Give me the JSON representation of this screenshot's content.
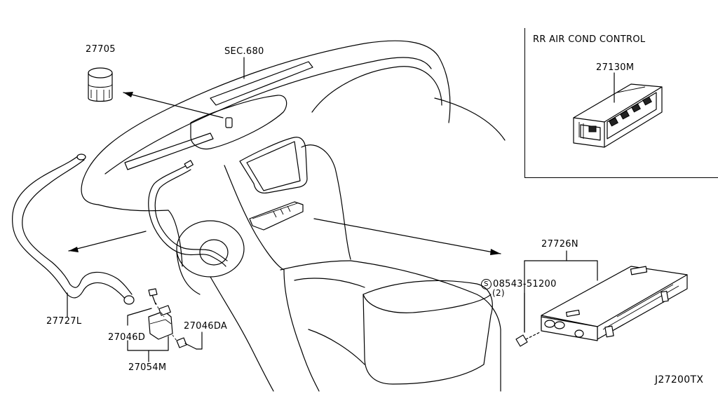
{
  "inset": {
    "title": "RR AIR COND CONTROL",
    "part_number": "27130M"
  },
  "callouts": {
    "sec": "SEC.680",
    "p27705": "27705",
    "p27727L": "27727L",
    "p27046D": "27046D",
    "p27046DA": "27046DA",
    "p27054M": "27054M",
    "p27726N": "27726N",
    "bolt_code": "08543-51200",
    "bolt_symbol": "S",
    "bolt_qty": "(2)"
  },
  "diagram_code": "J27200TX"
}
